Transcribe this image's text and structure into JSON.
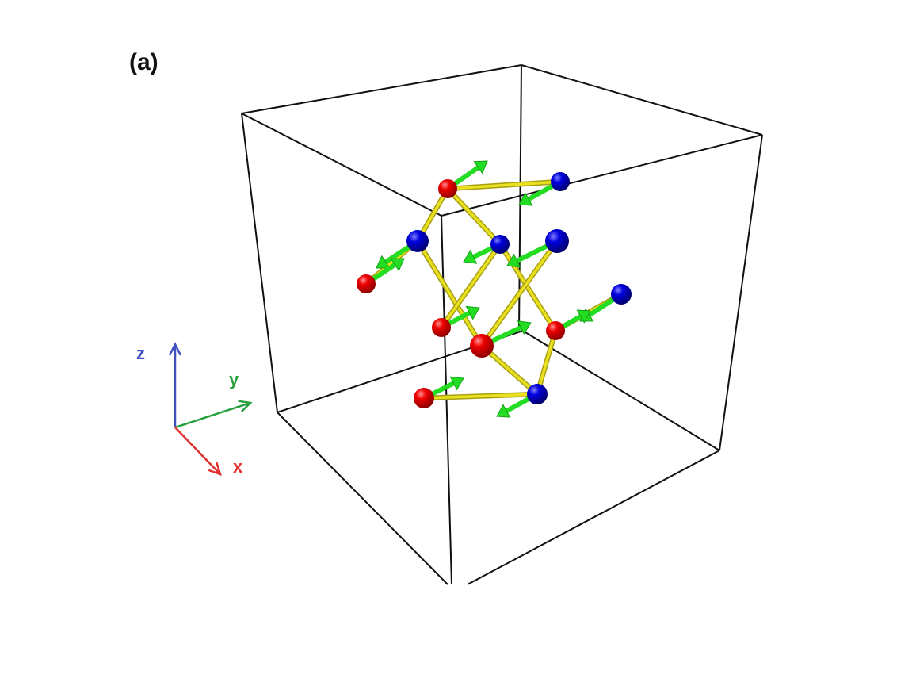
{
  "panel_label": "(a)",
  "axes": {
    "x": {
      "label": "x",
      "color": "#e03030"
    },
    "y": {
      "label": "y",
      "color": "#2aa040"
    },
    "z": {
      "label": "z",
      "color": "#4050c0"
    }
  },
  "colors": {
    "atom_a": "#dd0000",
    "atom_b": "#0000cc",
    "bond": "#e8e020",
    "spin": "#22dd22",
    "cell": "#111111"
  }
}
